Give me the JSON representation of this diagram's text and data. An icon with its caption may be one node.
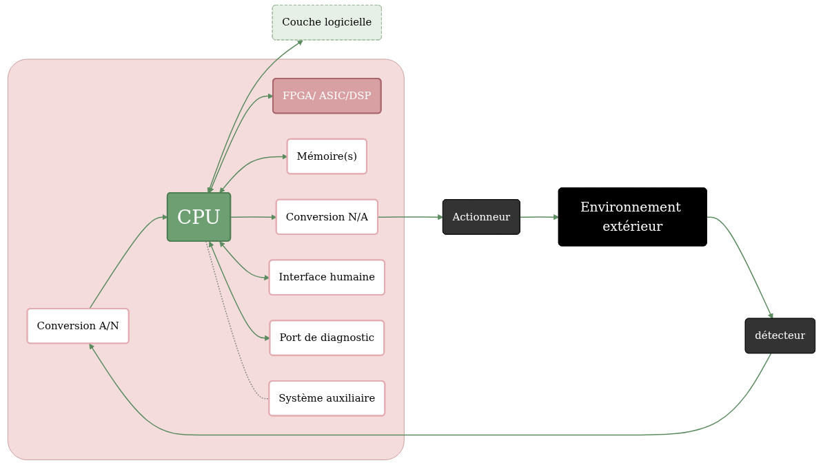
{
  "diagram": {
    "nodes": [
      {
        "text": [
          "Couche logicielle"
        ]
      },
      {
        "text": [],
        "shape": "box"
      },
      {
        "text": [
          "FPGA/ ASIC/DSP"
        ],
        "in": 1
      },
      {
        "text": [
          "Mémoire(s)"
        ],
        "in": 1
      },
      {
        "text": [
          "détecteur"
        ]
      },
      {
        "text": [
          "Conversion A/N"
        ],
        "in": 1
      },
      {
        "text": [
          "CPU"
        ],
        "in": 1
      },
      {
        "text": [
          "Conversion N/A"
        ],
        "in": 1
      },
      {
        "text": [
          "Actionneur"
        ]
      },
      {
        "text": [
          "Interface humaine"
        ],
        "in": 1
      },
      {
        "text": [
          "Port de diagnostic"
        ],
        "in": 1
      },
      {
        "text": [
          "Système auxiliaire"
        ],
        "in": 1
      },
      {
        "text": [
          "Environnement extérieur"
        ]
      }
    ],
    "edges": [
      {
        "from": 6,
        "to": 0,
        "arrow": "both"
      },
      {
        "from": 6,
        "to": 2,
        "arrow": "both"
      },
      {
        "from": 6,
        "to": 3,
        "arrow": "both"
      },
      {
        "from": 4,
        "to": 5,
        "arrow": "to"
      },
      {
        "from": 5,
        "to": 6,
        "arrow": "to"
      },
      {
        "from": 6,
        "to": 7,
        "arrow": "to"
      },
      {
        "from": 7,
        "to": 8,
        "arrow": "to"
      },
      {
        "from": 6,
        "to": 9,
        "arrow": "both"
      },
      {
        "from": 6,
        "to": 10,
        "arrow": "both"
      },
      {
        "from": 6,
        "to": 11,
        "arrow": "none",
        "style": "dashed",
        "color": "#888888"
      },
      {
        "from": 8,
        "to": 12,
        "arrow": "to"
      },
      {
        "from": 12,
        "to": 4,
        "arrow": "to"
      }
    ]
  }
}
